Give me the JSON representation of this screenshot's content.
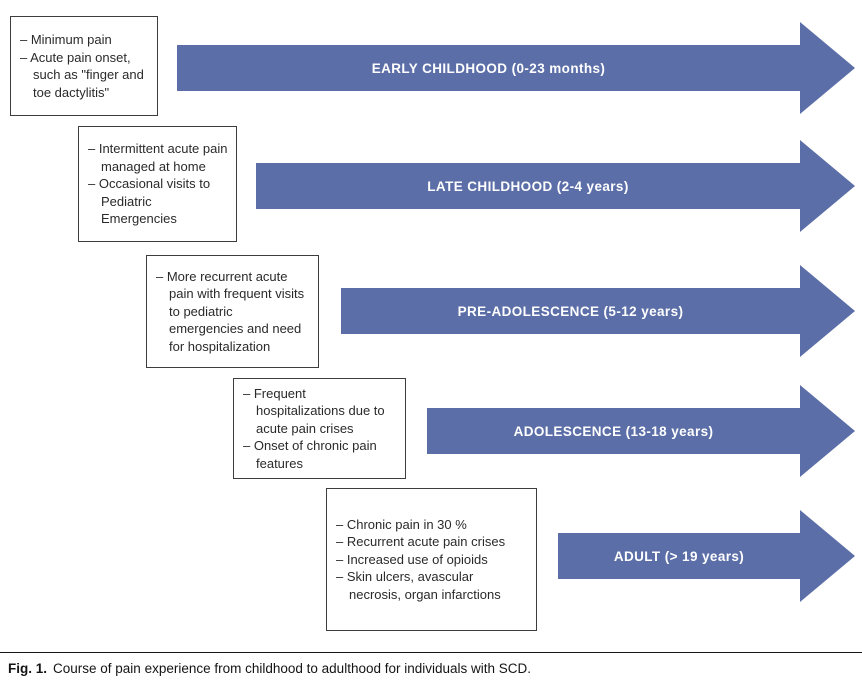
{
  "colors": {
    "arrow": "#5b6ea7",
    "arrow_text": "#ffffff",
    "box_border": "#3d3d3d",
    "body_text": "#2a2a2a"
  },
  "stages": [
    {
      "label": "EARLY CHILDHOOD (0-23 months)",
      "notes": [
        "– Minimum pain",
        "– Acute pain onset, such as \"finger and toe dactylitis\""
      ]
    },
    {
      "label": "LATE CHILDHOOD (2-4 years)",
      "notes": [
        "– Intermittent acute pain managed at home",
        "– Occasional visits to Pediatric Emergencies"
      ]
    },
    {
      "label": "PRE-ADOLESCENCE (5-12 years)",
      "notes": [
        "– More recurrent acute pain with frequent visits to pediatric emergencies and need for hospitalization"
      ]
    },
    {
      "label": "ADOLESCENCE (13-18 years)",
      "notes": [
        "– Frequent hospitalizations due to acute pain crises",
        "– Onset of chronic pain features"
      ]
    },
    {
      "label": "ADULT (> 19 years)",
      "notes": [
        "– Chronic pain in 30 %",
        "– Recurrent acute pain crises",
        "– Increased use of opioids",
        "– Skin ulcers, avascular necrosis, organ infarctions"
      ]
    }
  ],
  "caption": {
    "label": "Fig. 1.",
    "text": "Course of pain experience from childhood to adulthood for individuals with SCD."
  }
}
